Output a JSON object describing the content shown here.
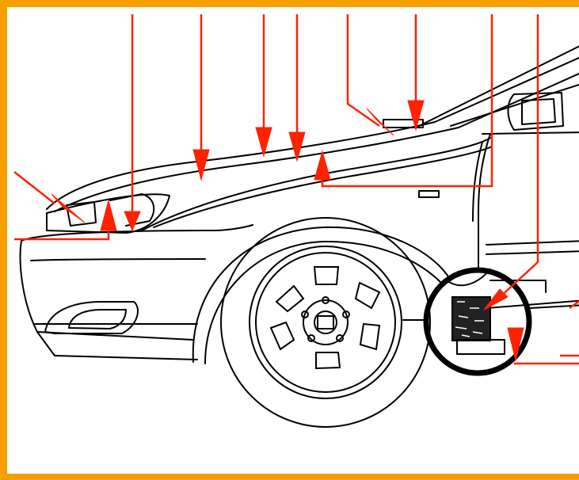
{
  "diagram": {
    "subject": "car-front-fender-side-view",
    "colors": {
      "border": "#f5a000",
      "callout": "#ff2200",
      "linework": "#000000",
      "background": "#ffffff"
    },
    "callout_count": 12,
    "highlight": "circled-fender-liner-region"
  }
}
